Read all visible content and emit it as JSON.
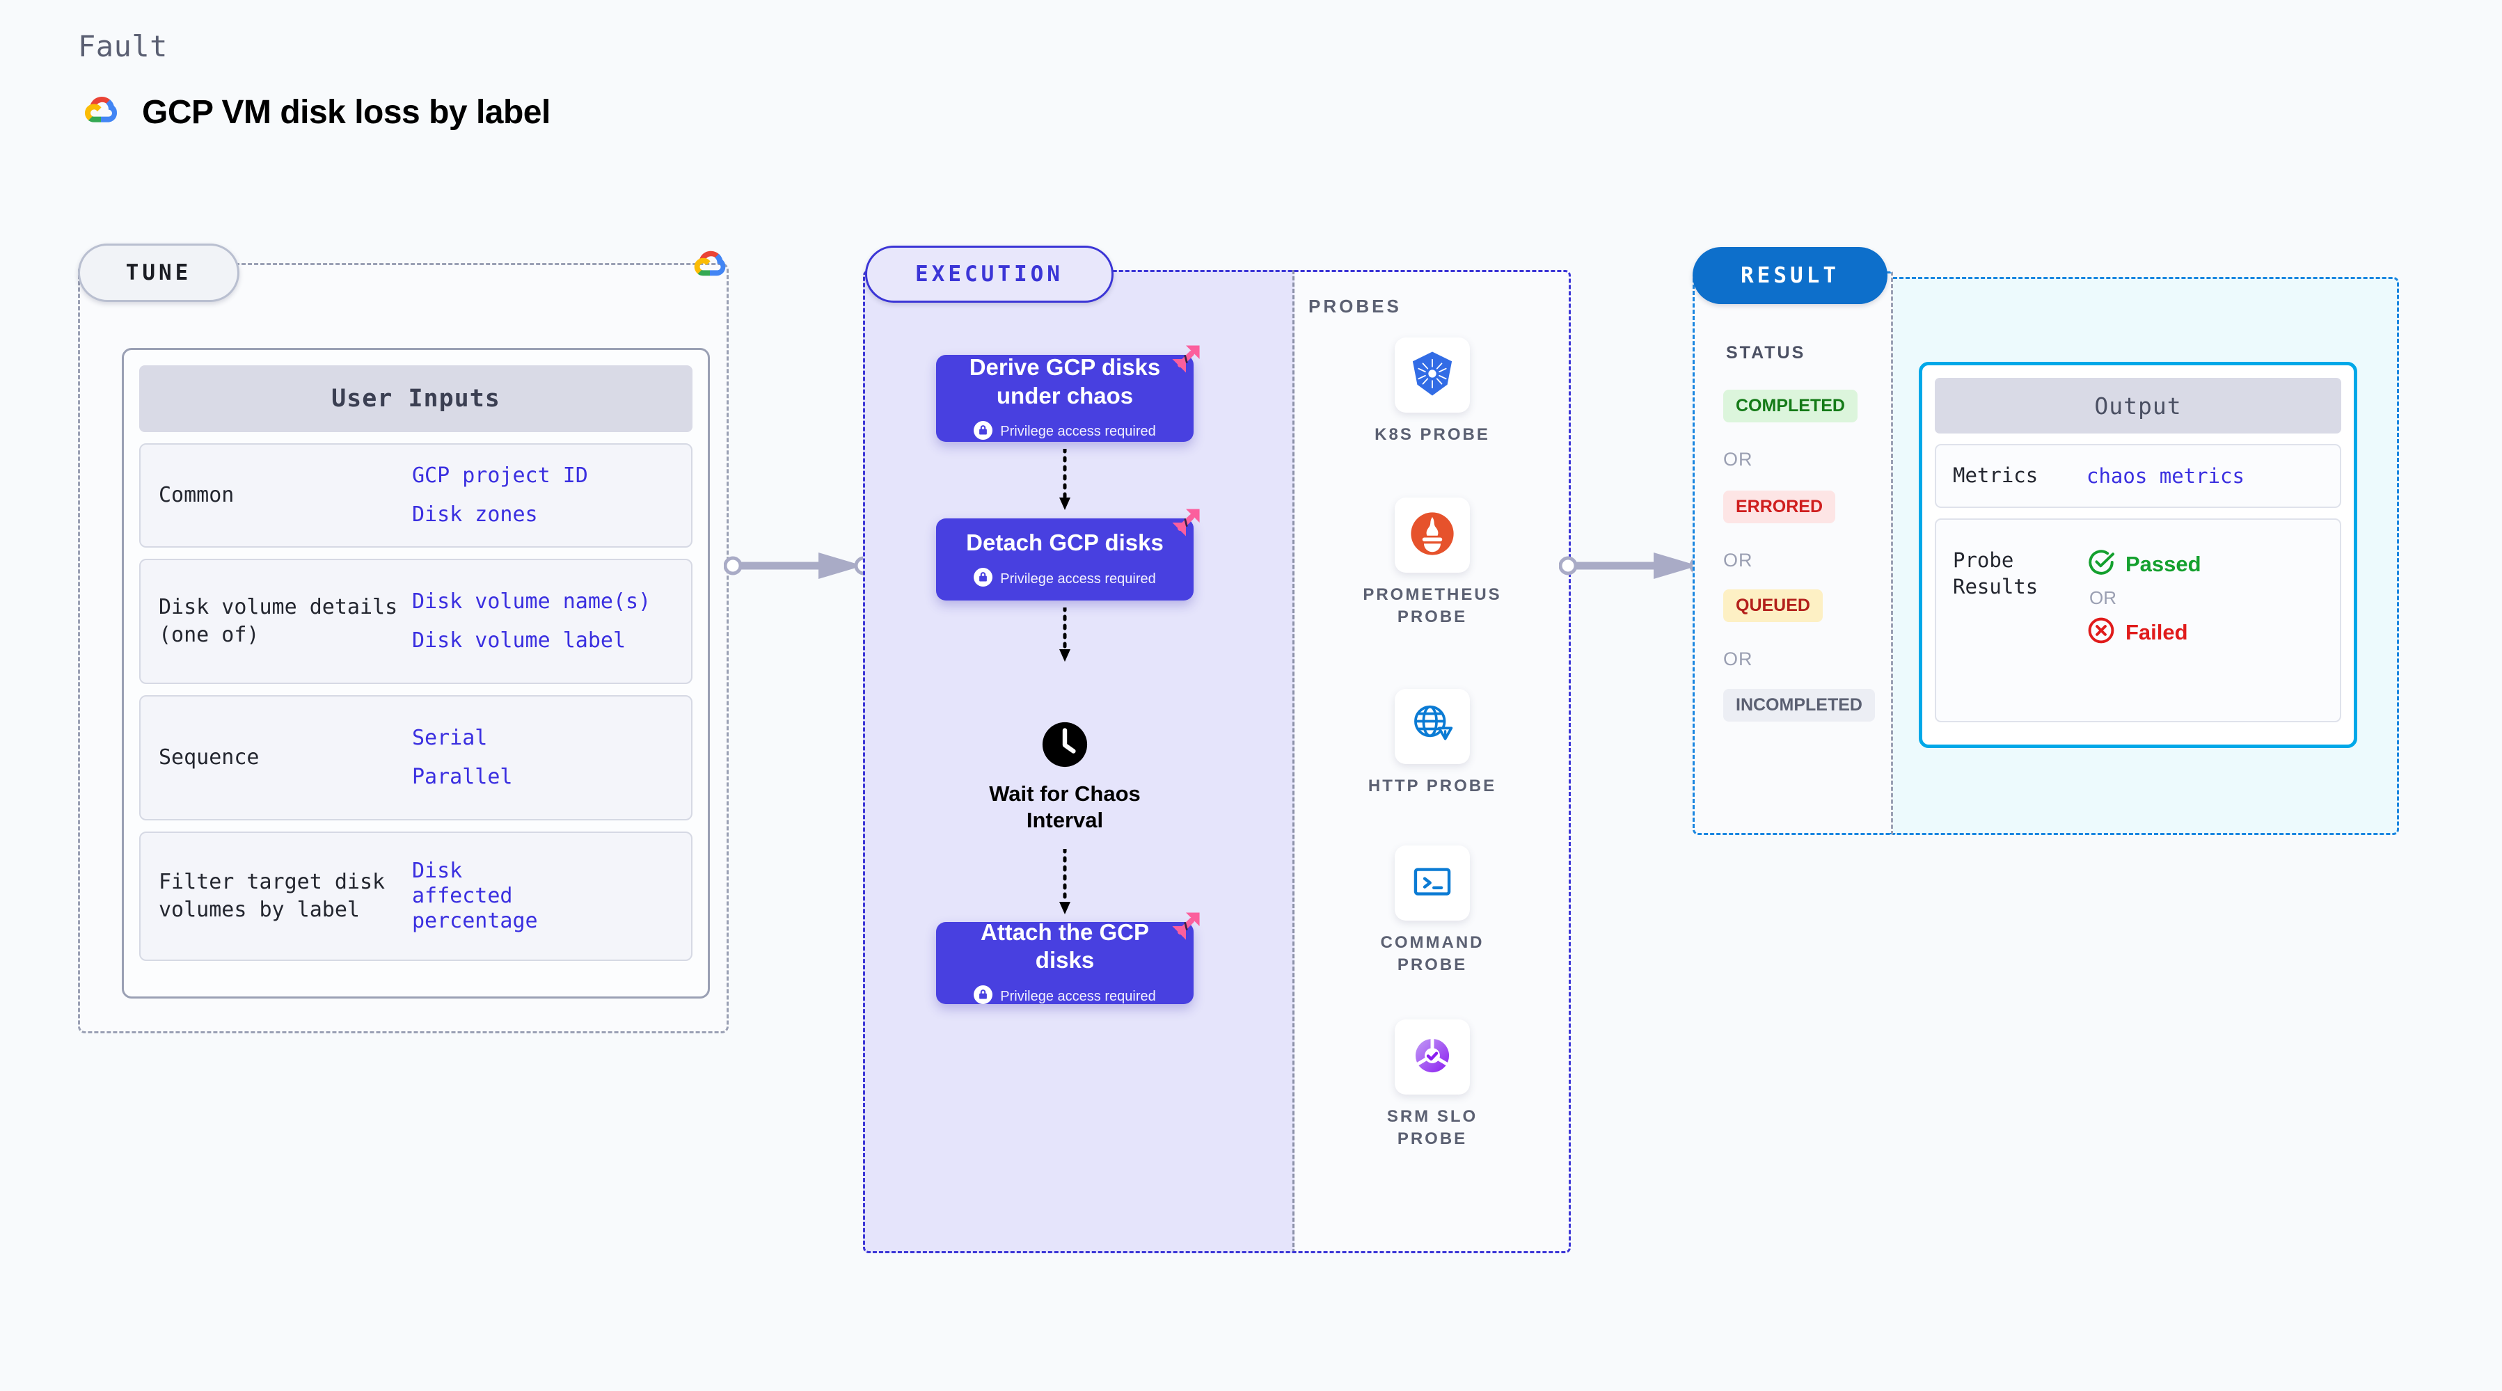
{
  "header": {
    "eyebrow": "Fault",
    "title": "GCP VM disk loss by label",
    "provider_icon": "gcp-logo-icon"
  },
  "tune": {
    "badge": "TUNE",
    "provider_icon": "gcp-logo-icon",
    "inputs_title": "User Inputs",
    "rows": [
      {
        "key": "Common",
        "values": [
          "GCP project ID",
          "Disk zones"
        ]
      },
      {
        "key": "Disk volume details (one of)",
        "values": [
          "Disk volume name(s)",
          "Disk volume label"
        ]
      },
      {
        "key": "Sequence",
        "values": [
          "Serial",
          "Parallel"
        ]
      },
      {
        "key": "Filter target disk volumes by label",
        "values": [
          "Disk affected percentage"
        ]
      }
    ]
  },
  "execution": {
    "badge": "EXECUTION",
    "privilege_note": "Privilege access required",
    "steps": [
      {
        "type": "task",
        "label": "Derive GCP disks under chaos",
        "privileged": true,
        "chaos_ribbon": true
      },
      {
        "type": "task",
        "label": "Detach GCP disks",
        "privileged": true,
        "chaos_ribbon": true
      },
      {
        "type": "wait",
        "label": "Wait for Chaos Interval",
        "icon": "clock-icon"
      },
      {
        "type": "task",
        "label": "Attach the GCP disks",
        "privileged": true,
        "chaos_ribbon": true
      }
    ]
  },
  "probes": {
    "label": "PROBES",
    "items": [
      {
        "name": "K8S PROBE",
        "icon": "kubernetes-icon"
      },
      {
        "name": "PROMETHEUS PROBE",
        "icon": "prometheus-icon"
      },
      {
        "name": "HTTP PROBE",
        "icon": "http-globe-warning-icon"
      },
      {
        "name": "COMMAND PROBE",
        "icon": "terminal-icon"
      },
      {
        "name": "SRM SLO PROBE",
        "icon": "srm-slo-donut-icon"
      }
    ]
  },
  "result": {
    "badge": "RESULT",
    "status_label": "STATUS",
    "or_label": "OR",
    "statuses": [
      {
        "label": "COMPLETED",
        "color": "#147a17",
        "bg": "#dcf5dc"
      },
      {
        "label": "ERRORED",
        "color": "#cf1e1e",
        "bg": "#fde5e5"
      },
      {
        "label": "QUEUED",
        "color": "#b3201b",
        "bg": "#fdf0c4"
      },
      {
        "label": "INCOMPLETED",
        "color": "#5b6072",
        "bg": "#eceef4"
      }
    ],
    "output": {
      "title": "Output",
      "metrics_key": "Metrics",
      "metrics_value": "chaos metrics",
      "probe_results_key": "Probe Results",
      "passed_label": "Passed",
      "failed_label": "Failed",
      "or_label": "OR",
      "passed_color": "#14a02e",
      "failed_color": "#e01b1b"
    }
  },
  "colors": {
    "canvas_bg": "#f8fafc",
    "tune_border": "#9aa0b4",
    "execution_accent": "#3b35d6",
    "task_card": "#4840e0",
    "result_accent": "#0d6fcb",
    "output_border": "#00a8e8",
    "value_text": "#3a2fe0",
    "chaos_ribbon": "#fb5f9d"
  }
}
